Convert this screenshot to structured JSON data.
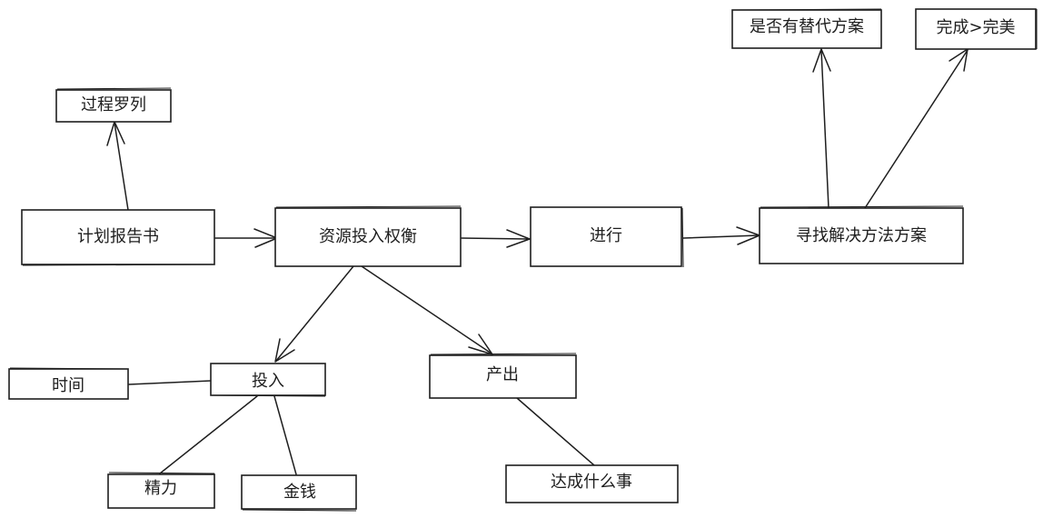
{
  "diagram": {
    "nodes": {
      "plan_report": "计划报告书",
      "process_list": "过程罗列",
      "resource_tradeoff": "资源投入权衡",
      "execute": "进行",
      "find_solution": "寻找解决方法方案",
      "alternative": "是否有替代方案",
      "complete_perfect": "完成>完美",
      "input": "投入",
      "output": "产出",
      "time": "时间",
      "energy": "精力",
      "money": "金钱",
      "achieve": "达成什么事"
    },
    "colors": {
      "stroke": "#1e1e1e",
      "background": "#ffffff"
    }
  }
}
